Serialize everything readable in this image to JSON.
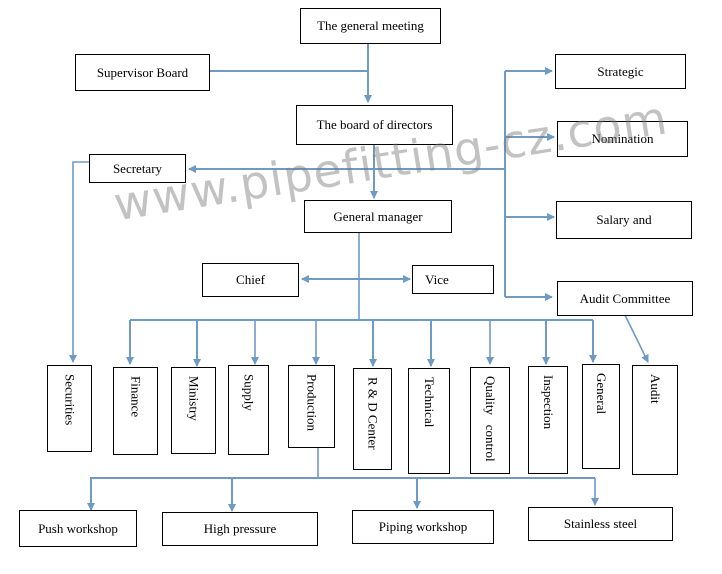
{
  "diagram": {
    "type": "organization-chart",
    "line_color": "#6f9ac4",
    "watermark": "www.pipefitting-cz.com",
    "top": {
      "general_meeting": "The general meeting",
      "supervisor_board": "Supervisor Board",
      "board_of_directors": "The board of directors",
      "secretary": "Secretary",
      "general_manager": "General manager",
      "chief": "Chief",
      "vice": "Vice"
    },
    "committees": [
      "Strategic",
      "Nomination",
      "Salary and",
      "Audit Committee"
    ],
    "departments": [
      "Securities",
      "Finance",
      "Ministry",
      "Supply",
      "Production",
      "R & D Center",
      "Technical",
      "Quality   control",
      "Inspection",
      "General",
      "Audit"
    ],
    "workshops": [
      "Push workshop",
      "High pressure",
      "Piping workshop",
      "Stainless steel"
    ]
  }
}
